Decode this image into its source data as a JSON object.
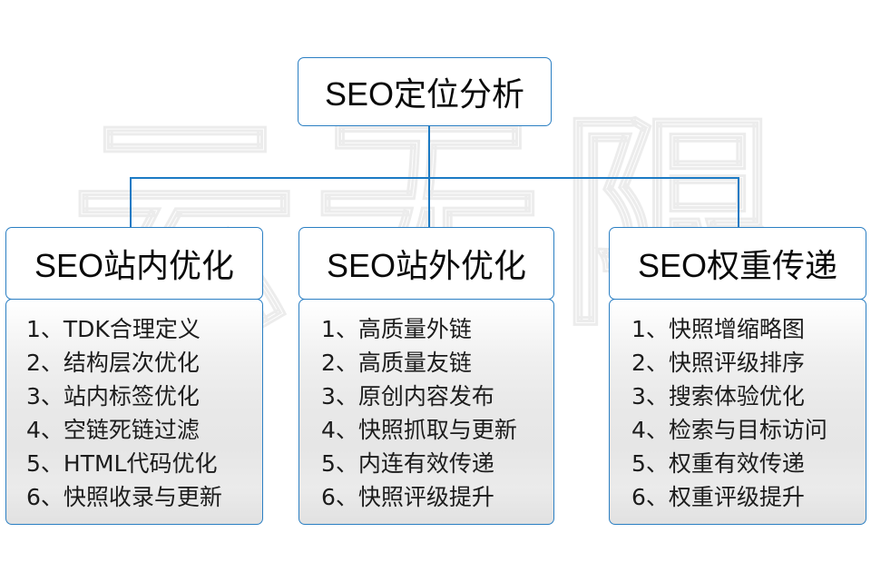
{
  "diagram": {
    "watermark_text": "云无限",
    "accent_color": "#2b7fc3",
    "connector_color": "#1b7ac4",
    "root": {
      "label": "SEO定位分析"
    },
    "columns": [
      {
        "header": "SEO站内优化",
        "items": [
          "1、TDK合理定义",
          "2、结构层次优化",
          "3、站内标签优化",
          "4、空链死链过滤",
          "5、HTML代码优化",
          "6、快照收录与更新"
        ]
      },
      {
        "header": "SEO站外优化",
        "items": [
          "1、高质量外链",
          "2、高质量友链",
          "3、原创内容发布",
          "4、快照抓取与更新",
          "5、内连有效传递",
          "6、快照评级提升"
        ]
      },
      {
        "header": "SEO权重传递",
        "items": [
          "1、快照增缩略图",
          "2、快照评级排序",
          "3、搜索体验优化",
          "4、检索与目标访问",
          "5、权重有效传递",
          "6、权重评级提升"
        ]
      }
    ]
  }
}
